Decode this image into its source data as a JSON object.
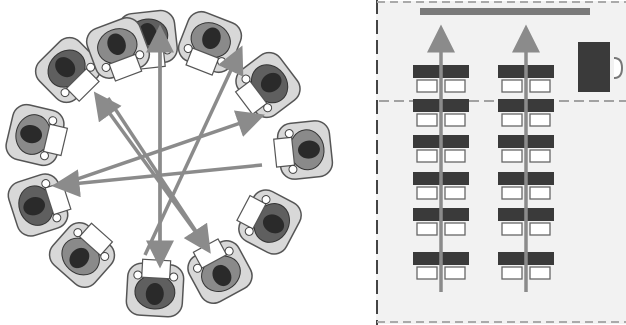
{
  "figure": {
    "panels": [
      {
        "id": "circle",
        "seat_count": 12,
        "arrow_count": 5
      },
      {
        "id": "classroom",
        "desk_columns": 2,
        "desk_rows": 6,
        "arrow_count": 2
      }
    ],
    "colors": {
      "seat_fill": "#d8d8d8",
      "person_head": "#2a2a2a",
      "person_shoulders": "#8a8a8a",
      "person_shoulders_dark": "#5f5f5f",
      "arrow": "#8b8b8b",
      "desk": "#3a3a3a",
      "paper": "#ffffff",
      "room_bg": "#f2f2f2",
      "board": "#7a7a7a",
      "teacher_desk": "#3a3a3a",
      "dash": "#888888"
    }
  }
}
